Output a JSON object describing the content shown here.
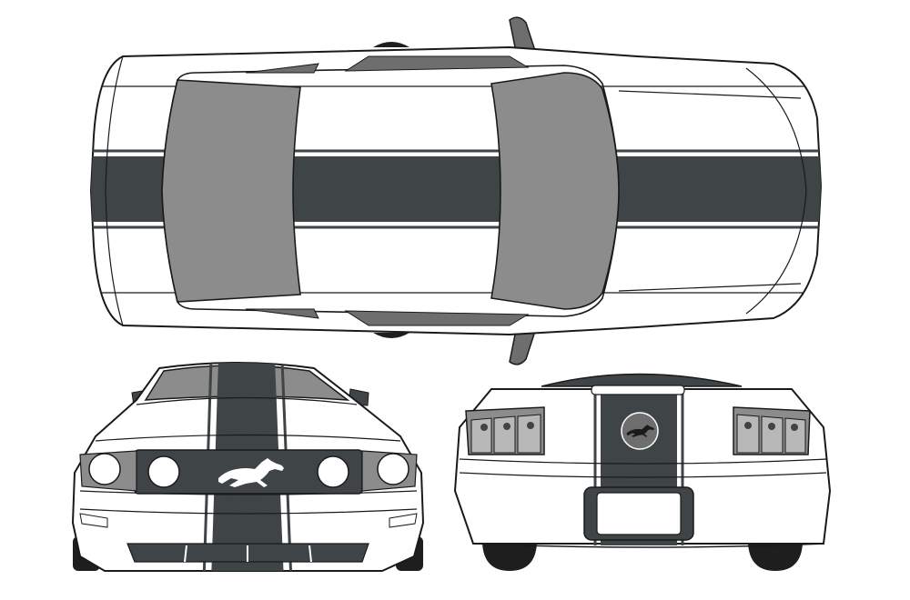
{
  "colors": {
    "background": "#ffffff",
    "outline": "#1a1a1a",
    "body": "#ffffff",
    "stripe": "#3f4446",
    "glass": "#8c8c8c",
    "light_gray": "#b8b8b8",
    "tire": "#1e1e1e"
  },
  "views": [
    {
      "name": "top-view"
    },
    {
      "name": "front-view",
      "emblem": "mustang-pony-emblem"
    },
    {
      "name": "rear-view",
      "emblem": "mustang-pony-emblem"
    }
  ]
}
